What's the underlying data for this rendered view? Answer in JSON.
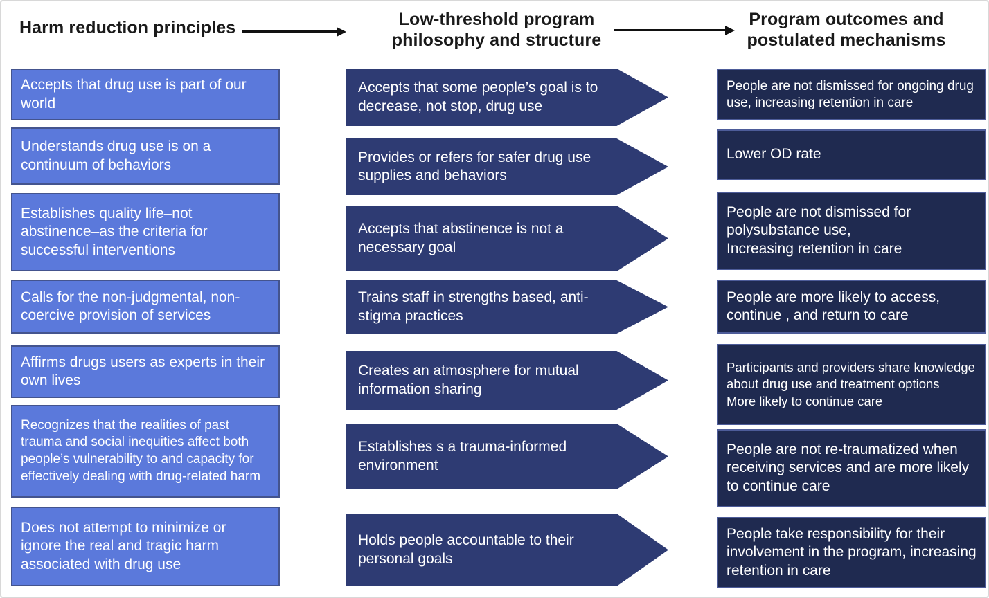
{
  "colors": {
    "principle_fill": "#5B79DB",
    "principle_border": "#44548E",
    "philosophy_fill": "#2E3B73",
    "outcome_fill": "#1F2A50",
    "outcome_border": "#4D5C99",
    "text_on_dark": "#FFFFFF",
    "header_text": "#1A1A1A",
    "connector": "#111111",
    "page_border": "#D8D8D8"
  },
  "headers": {
    "principles": "Harm reduction principles",
    "philosophy": "Low-threshold program philosophy and structure",
    "outcomes": "Program outcomes and postulated mechanisms"
  },
  "icons": {
    "connector_1": "arrow-right",
    "connector_2": "arrow-right"
  },
  "principles": {
    "items": [
      "Accepts that drug use is part of our world",
      "Understands drug use is on a continuum of behaviors",
      "Establishes quality life–not abstinence–as the criteria for successful interventions",
      "Calls for the non-judgmental, non-coercive provision of services",
      "Affirms drugs users as experts in their own lives",
      "Recognizes that the realities of past trauma and social inequities affect both people’s vulnerability to and capacity for effectively dealing with drug-related harm",
      "Does not attempt to minimize or ignore the real and tragic harm associated with drug use"
    ]
  },
  "philosophy": {
    "items": [
      "Accepts that some people’s goal is to decrease, not stop, drug use",
      "Provides or refers  for safer drug use supplies and behaviors",
      "Accepts that abstinence is not a necessary goal",
      "Trains staff in strengths based, anti-stigma practices",
      "Creates an atmosphere for mutual information sharing",
      "Establishes s a trauma-informed environment",
      "Holds people accountable to their personal goals"
    ]
  },
  "outcomes": {
    "items": [
      "People are not dismissed for ongoing drug use, increasing retention in care",
      "Lower OD rate",
      "People are not dismissed for polysubstance use,\nIncreasing retention in care",
      "People are more likely  to access, continue , and return to care",
      "Participants and providers share knowledge about drug use and treatment options\nMore likely to continue care",
      "People are not re-traumatized when receiving services and are more likely to continue care",
      "People take responsibility for their involvement in the program, increasing retention in care"
    ]
  }
}
